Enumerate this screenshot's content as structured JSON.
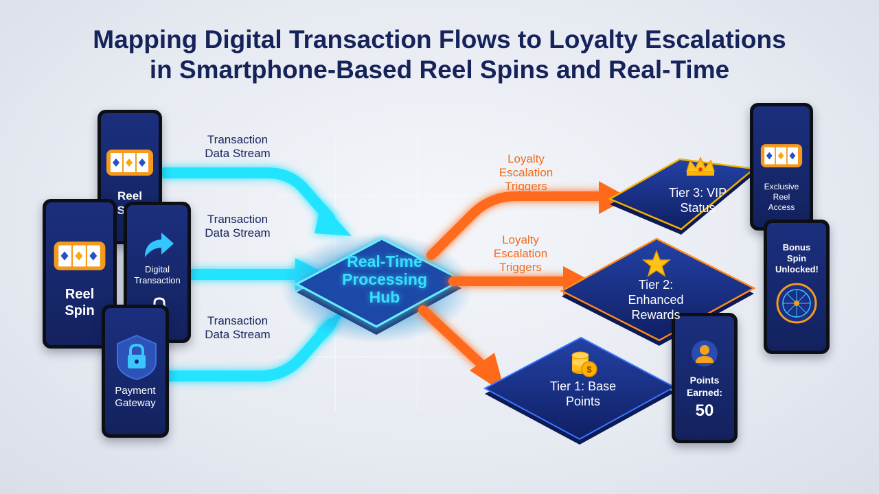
{
  "title": {
    "line1": "Mapping Digital Transaction Flows to Loyalty Escalations",
    "line2": "in Smartphone-Based Reel Spins and Real-Time"
  },
  "phones": {
    "reel_spin_top": "Reel Spin",
    "reel_spin_left": "Reel Spin",
    "digital_transaction": "Digital Transaction",
    "payment_gateway": "Payment Gateway",
    "exclusive_reel_access": "Exclusive Reel Access",
    "bonus_spin_unlocked": "Bonus Spin Unlocked!",
    "points_earned_label": "Points Earned:",
    "points_earned_value": "50"
  },
  "flows": {
    "stream_top": "Transaction Data Stream",
    "stream_mid": "Transaction Data Stream",
    "stream_bottom": "Transaction Data Stream",
    "loyalty_top": "Loyalty Escalation Triggers",
    "loyalty_mid": "Loyalty Escalation Triggers"
  },
  "hub": {
    "label": "Real-Time Processing Hub"
  },
  "tiers": {
    "tier3": {
      "label": "Tier 3: VIP Status",
      "icon": "crown-icon"
    },
    "tier2": {
      "label": "Tier 2: Enhanced Rewards",
      "icon": "star-icon"
    },
    "tier1": {
      "label": "Tier 1: Base Points",
      "icon": "coins-icon"
    }
  },
  "colors": {
    "title": "#16235a",
    "cyan_flow": "#23e4ff",
    "orange_flow": "#ff6a1a",
    "phone_screen": "#1b2f7e",
    "tier_fill": "#15287a"
  }
}
